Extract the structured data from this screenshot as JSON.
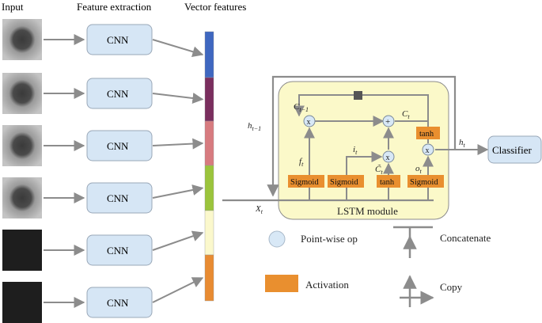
{
  "headers": {
    "input": "Input",
    "feature_extraction": "Feature extraction",
    "vector_features": "Vector features"
  },
  "cnn_label": "CNN",
  "cnn_count": 6,
  "vector_colors": [
    "#3f67c0",
    "#7a2e5e",
    "#d77b7f",
    "#9bc43c",
    "#fbf8cc",
    "#e88b32"
  ],
  "input_tiles": [
    "blob",
    "blob",
    "blob",
    "blob",
    "dark",
    "dark"
  ],
  "lstm": {
    "module_label": "LSTM module",
    "c_prev": "C",
    "c_prev_sub": "t−1",
    "c_t": "C",
    "c_t_sub": "t",
    "h_prev": "h",
    "h_prev_sub": "t−1",
    "h_t": "h",
    "h_t_sub": "t",
    "x_t": "X",
    "x_t_sub": "t",
    "f_t": "f",
    "f_t_sub": "t",
    "i_t": "i",
    "i_t_sub": "t",
    "c_tilde": "C̃",
    "c_tilde_sub": "t",
    "o_t": "o",
    "o_t_sub": "t",
    "ops": {
      "mult": "x",
      "add": "+"
    },
    "activations": [
      "Sigmoid",
      "Sigmoid",
      "tanh",
      "Sigmoid"
    ],
    "tanh_top": "tanh"
  },
  "classifier_label": "Classifier",
  "legend": {
    "pointwise": "Point-wise op",
    "activation": "Activation",
    "concatenate": "Concatenate",
    "copy": "Copy"
  },
  "colors": {
    "cnn_fill": "#d6e6f5",
    "lstm_fill": "#fbf9c9",
    "activation": "#e98f2f",
    "op_fill": "#d8e8f6",
    "arrow": "#8c8c8c"
  }
}
